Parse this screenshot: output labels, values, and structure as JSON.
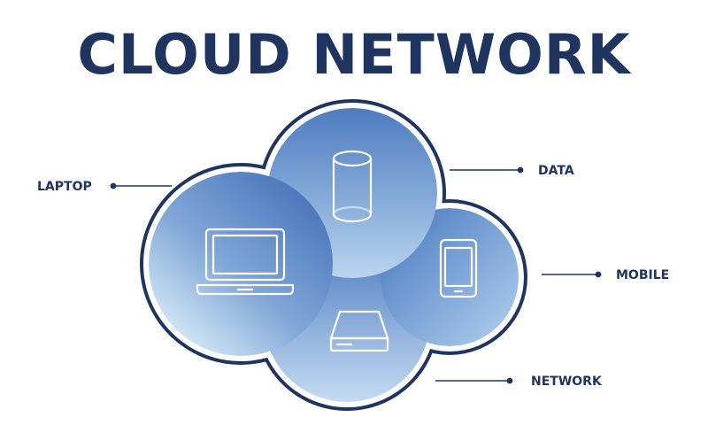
{
  "title": "CLOUD NETWORK",
  "labels": {
    "laptop": "LAPTOP",
    "data": "DATA",
    "mobile": "MOBILE",
    "network": "NETWORK"
  },
  "icons": {
    "laptop": "laptop-icon",
    "data": "database-cylinder-icon",
    "mobile": "mobile-phone-icon",
    "network": "hard-drive-icon"
  },
  "colors": {
    "title": "#1f3560",
    "outline": "#1f3560",
    "bubble_dark": "#4a78bd",
    "bubble_light": "#cfe4f4"
  }
}
